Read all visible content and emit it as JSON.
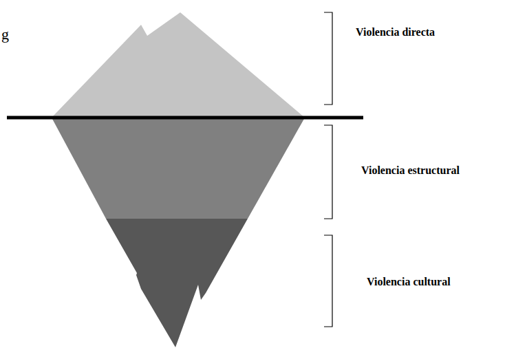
{
  "diagram": {
    "labels": [
      "g",
      "Violencia directa",
      "Violencia estructural",
      "Violencia cultural"
    ]
  }
}
